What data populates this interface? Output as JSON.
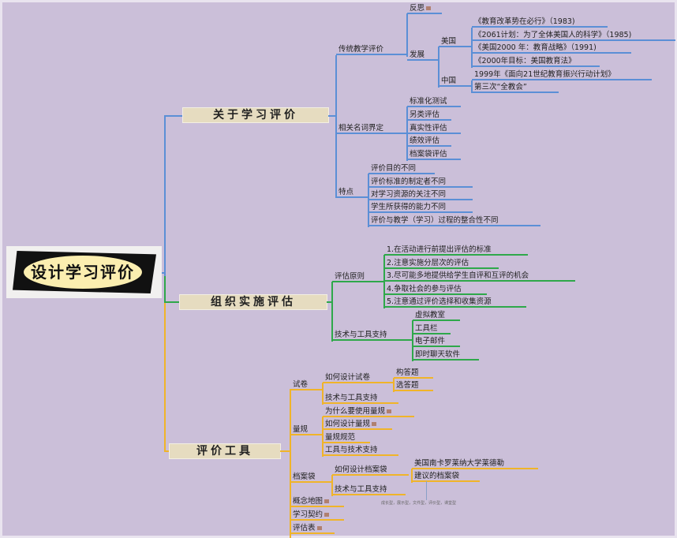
{
  "central": "设计学习评价",
  "b1": {
    "title": "关于学习评价",
    "trad": {
      "label": "传统教学评价",
      "reflect": "反思",
      "dev": "发展",
      "usa": "美国",
      "china": "中国",
      "usa_items": [
        "《教育改革势在必行》（1983)",
        "《2061计划：为了全体美国人的科学》（1985)",
        "《美国2000 年：教育战略》（1991)",
        "《2000年目标：美国教育法》"
      ],
      "china_items": [
        "1999年《面向21世纪教育振兴行动计划》",
        "第三次“全教会”"
      ]
    },
    "terms": {
      "label": "相关名词界定",
      "items": [
        "标准化测试",
        "另类评估",
        "真实性评估",
        "绩效评估",
        "档案袋评估"
      ]
    },
    "features": {
      "label": "特点",
      "items": [
        "评价目的不同",
        "评价标准的制定者不同",
        "对学习资源的关注不同",
        "学生所获得的能力不同",
        "评价与教学（学习）过程的整合性不同"
      ]
    }
  },
  "b2": {
    "title": "组织实施评估",
    "principles": {
      "label": "评估原则",
      "items": [
        "1.在活动进行前提出评估的标准",
        "2.注意实施分层次的评估",
        "3.尽可能多地提供给学生自评和互评的机会",
        "4.争取社会的参与评估",
        "5.注意通过评价选择和收集资源"
      ]
    },
    "tech": {
      "label": "技术与工具支持",
      "items": [
        "虚拟教室",
        "工具栏",
        "电子邮件",
        "即时聊天软件"
      ]
    }
  },
  "b3": {
    "title": "评价工具",
    "exam": {
      "label": "试卷",
      "design": "如何设计试卷",
      "design_items": [
        "构答题",
        "选答题"
      ],
      "tech": "技术与工具支持"
    },
    "rubric": {
      "label": "量规",
      "items": [
        "为什么要使用量规",
        "如何设计量规",
        "量规规范",
        "工具与技术支持"
      ]
    },
    "portfolio": {
      "label": "档案袋",
      "design": "如何设计档案袋",
      "design_items": [
        "美国南卡罗莱纳大学莱德勒",
        "建议的档案袋"
      ],
      "tech": "技术与工具支持",
      "note": "成长型，展示型，文件型，评价型，课堂型"
    },
    "others": [
      "概念地图",
      "学习契约",
      "评估表"
    ]
  }
}
